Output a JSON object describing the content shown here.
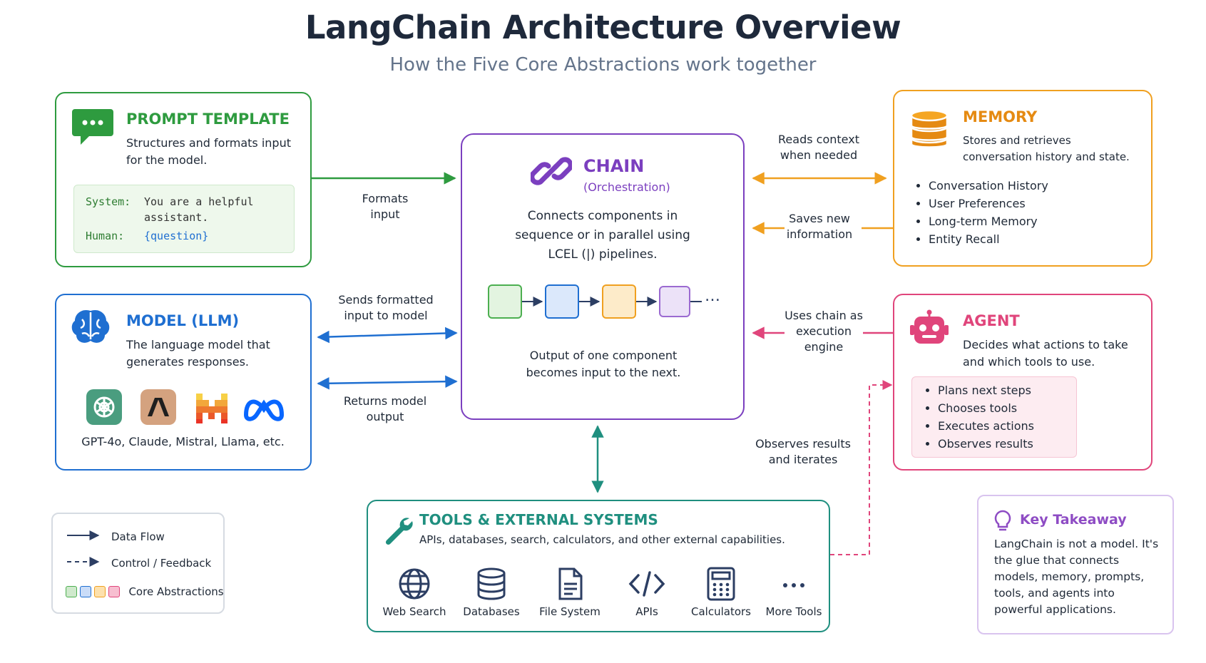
{
  "title": "LangChain Architecture Overview",
  "subtitle": "How the Five Core Abstractions work together",
  "prompt": {
    "title": "PROMPT TEMPLATE",
    "desc": "Structures and formats input for the model.",
    "code": [
      {
        "role": "System:",
        "text": "You are a helpful",
        "text2": "assistant."
      },
      {
        "role": "Human:",
        "text": "{question}"
      }
    ]
  },
  "model": {
    "title": "MODEL (LLM)",
    "desc": "The language model that generates responses.",
    "providers_caption": "GPT-4o, Claude, Mistral, Llama, etc."
  },
  "chain": {
    "title": "CHAIN",
    "subtitle": "(Orchestration)",
    "desc": "Connects components in sequence or in parallel using LCEL (|) pipelines.",
    "ellipsis": "…",
    "caption": "Output of one component becomes input to the next."
  },
  "memory": {
    "title": "MEMORY",
    "desc": "Stores and retrieves conversation history and state.",
    "items": [
      "Conversation History",
      "User Preferences",
      "Long-term Memory",
      "Entity Recall"
    ]
  },
  "agent": {
    "title": "AGENT",
    "desc": "Decides what actions to take and which tools to use.",
    "items": [
      "Plans next steps",
      "Chooses tools",
      "Executes actions",
      "Observes results"
    ]
  },
  "tools": {
    "title": "TOOLS & EXTERNAL SYSTEMS",
    "desc": "APIs, databases, search, calculators, and other external capabilities.",
    "items": [
      "Web Search",
      "Databases",
      "File System",
      "APIs",
      "Calculators",
      "More Tools"
    ]
  },
  "edges": {
    "formats_input": "Formats input",
    "sends_formatted": "Sends formatted input to model",
    "returns_output": "Returns model output",
    "reads_context": "Reads context when needed",
    "saves_info": "Saves new information",
    "uses_chain": "Uses chain as execution engine",
    "observes": "Observes results and iterates"
  },
  "legend": {
    "data_flow": "Data Flow",
    "control": "Control / Feedback",
    "core": "Core Abstractions"
  },
  "takeaway": {
    "title": "Key Takeaway",
    "text": "LangChain is not a model. It's the glue that connects models, memory, prompts, tools, and agents into powerful applications."
  },
  "colors": {
    "prompt": "#2e9b3f",
    "model": "#1f6fd1",
    "chain": "#7b3fbf",
    "memory": "#f0a020",
    "agent": "#e0457b",
    "tools": "#1f8f7f",
    "takeaway": "#8e4cc4"
  },
  "icons": [
    "chat-bubble-icon",
    "brain-icon",
    "link-icon",
    "database-icon",
    "robot-icon",
    "wrench-icon",
    "globe-icon",
    "file-icon",
    "code-icon",
    "calculator-icon",
    "more-icon",
    "lightbulb-icon"
  ]
}
